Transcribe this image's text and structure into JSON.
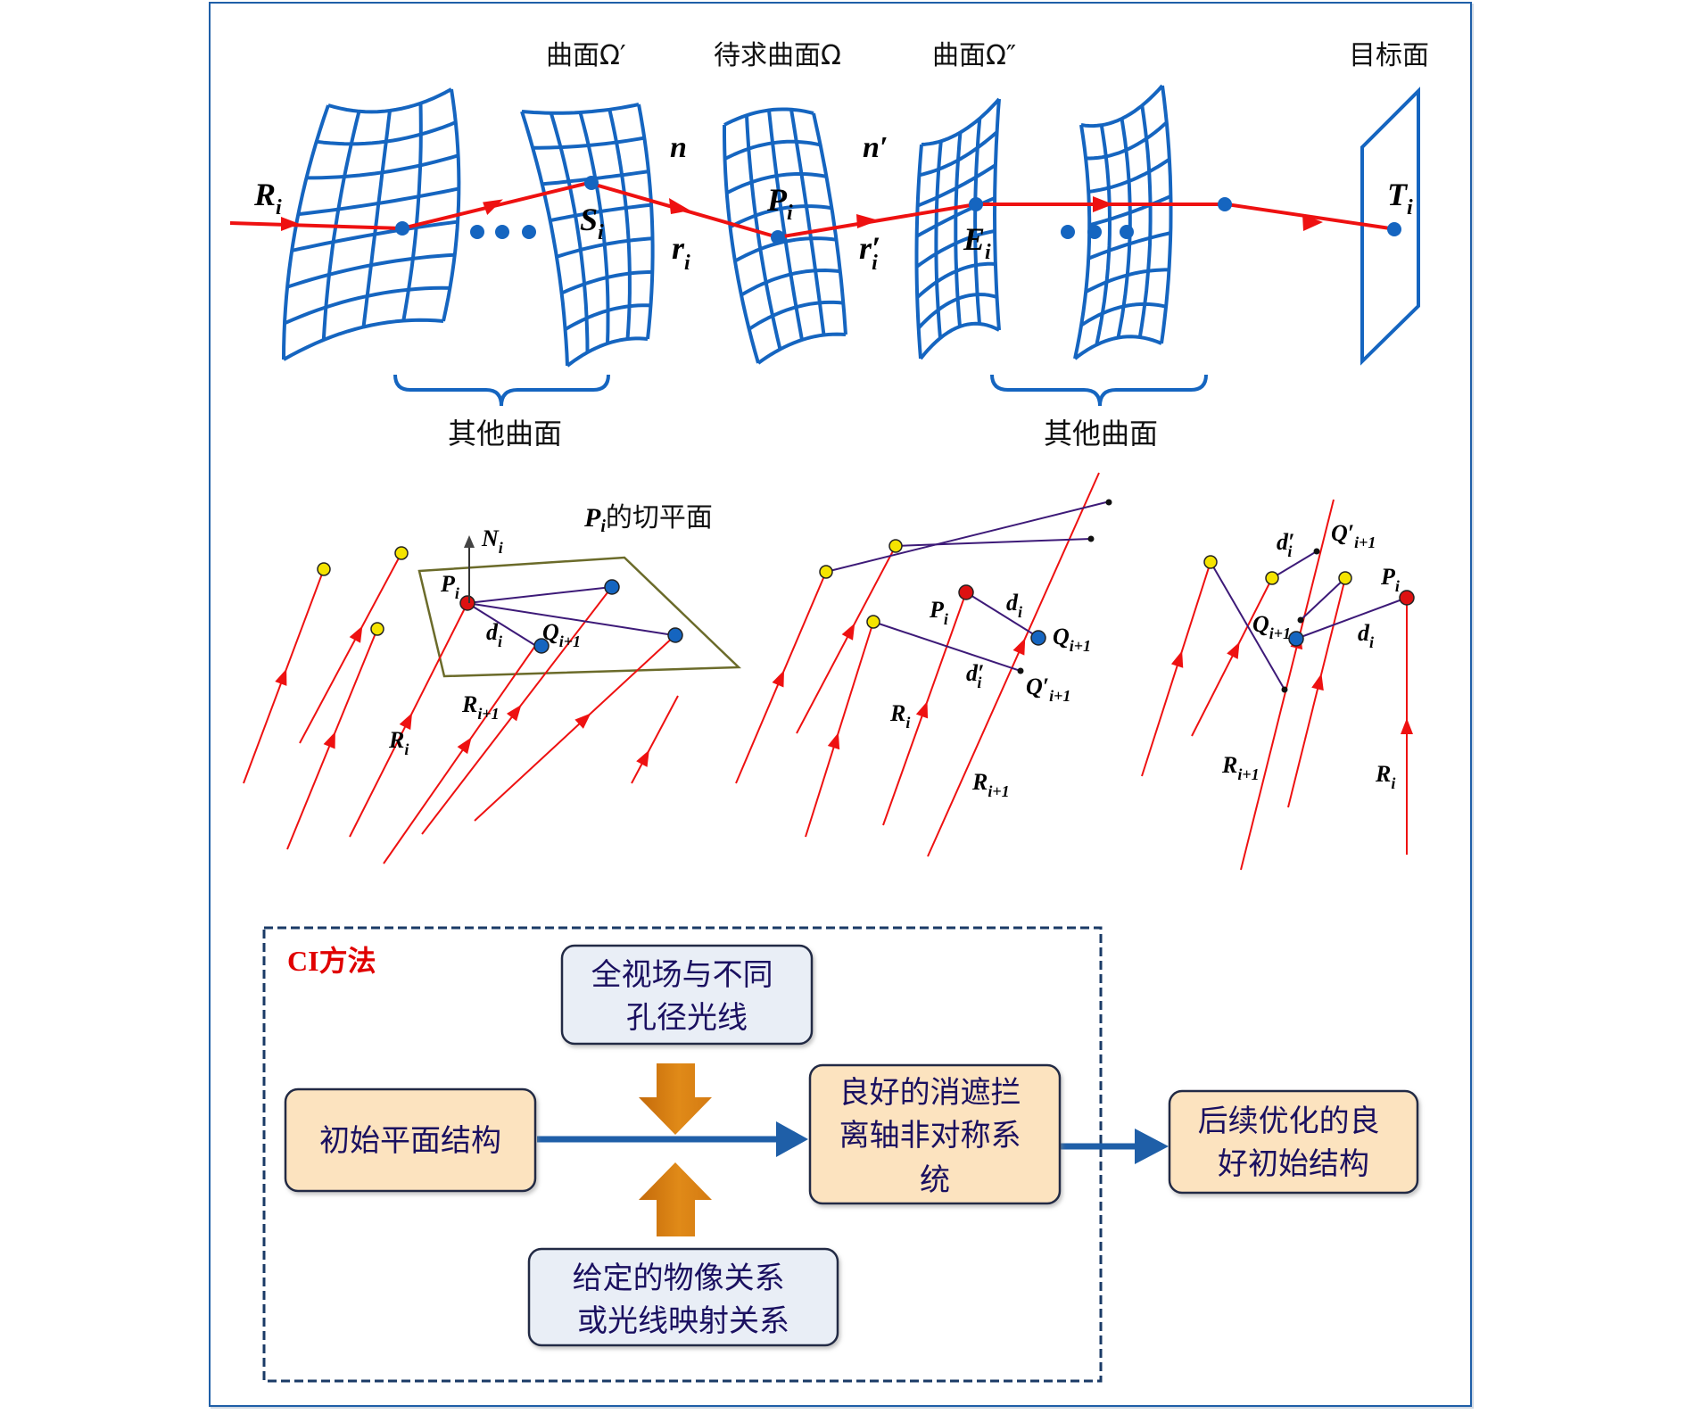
{
  "colors": {
    "frame": "#1f5fa8",
    "mesh": "#1565c0",
    "ray": "#ee1111",
    "yellow_point": "#f5e400",
    "red_point": "#dd1111",
    "blue_point": "#1565c0",
    "purple_line": "#3d1a78",
    "plane": "#6b6b2a",
    "box_orange_fill": "#fce3bf",
    "box_blue_fill": "#e9eef6",
    "arrow_blue": "#1f5fa8",
    "arrow_orange": "#d07a10",
    "ci_title": "#e00000"
  },
  "top_panel": {
    "surface_labels": {
      "omega_prime": "曲面Ω′",
      "omega": "待求曲面Ω",
      "omega_double_prime": "曲面Ω″",
      "target": "目标面"
    },
    "refractive_index": {
      "n": "n",
      "n_prime": "n′"
    },
    "ray_labels": {
      "R": "R",
      "R_sub": "i",
      "S": "S",
      "S_sub": "i",
      "r": "r",
      "r_sub": "i",
      "P": "P",
      "P_sub": "i",
      "r_prime": "r′",
      "r_prime_sub": "i",
      "E": "E",
      "E_sub": "i",
      "T": "T",
      "T_sub": "i"
    },
    "brace_labels": [
      "其他曲面",
      "其他曲面"
    ]
  },
  "middle_panel": {
    "tangent_plane_label": {
      "P": "P",
      "sub": "i",
      "text": "的切平面"
    },
    "fig1": {
      "N": "N",
      "N_sub": "i",
      "P": "P",
      "P_sub": "i",
      "d": "d",
      "d_sub": "i",
      "Q": "Q",
      "Q_sub": "i+1",
      "R1": "R",
      "R1_sub": "i",
      "R2": "R",
      "R2_sub": "i+1"
    },
    "fig2": {
      "P": "P",
      "P_sub": "i",
      "d": "d",
      "d_sub": "i",
      "Q": "Q",
      "Q_sub": "i+1",
      "dp": "d′",
      "dp_sub": "i",
      "Qp": "Q′",
      "Qp_sub": "i+1",
      "R1": "R",
      "R1_sub": "i",
      "R2": "R",
      "R2_sub": "i+1"
    },
    "fig3": {
      "dp": "d′",
      "dp_sub": "i",
      "Qp": "Q′",
      "Qp_sub": "i+1",
      "P": "P",
      "P_sub": "i",
      "Q": "Q",
      "Q_sub": "i+1",
      "d": "d",
      "d_sub": "i",
      "R2": "R",
      "R2_sub": "i+1",
      "R1": "R",
      "R1_sub": "i"
    }
  },
  "flowchart": {
    "title": "CI方法",
    "boxes": {
      "input_top": [
        "全视场与不同",
        "孔径光线"
      ],
      "start": [
        "初始平面结构"
      ],
      "input_bottom": [
        "给定的物像关系",
        "或光线映射关系"
      ],
      "result": [
        "良好的消遮拦",
        "离轴非对称系",
        "统"
      ],
      "final": [
        "后续优化的良",
        "好初始结构"
      ]
    }
  }
}
